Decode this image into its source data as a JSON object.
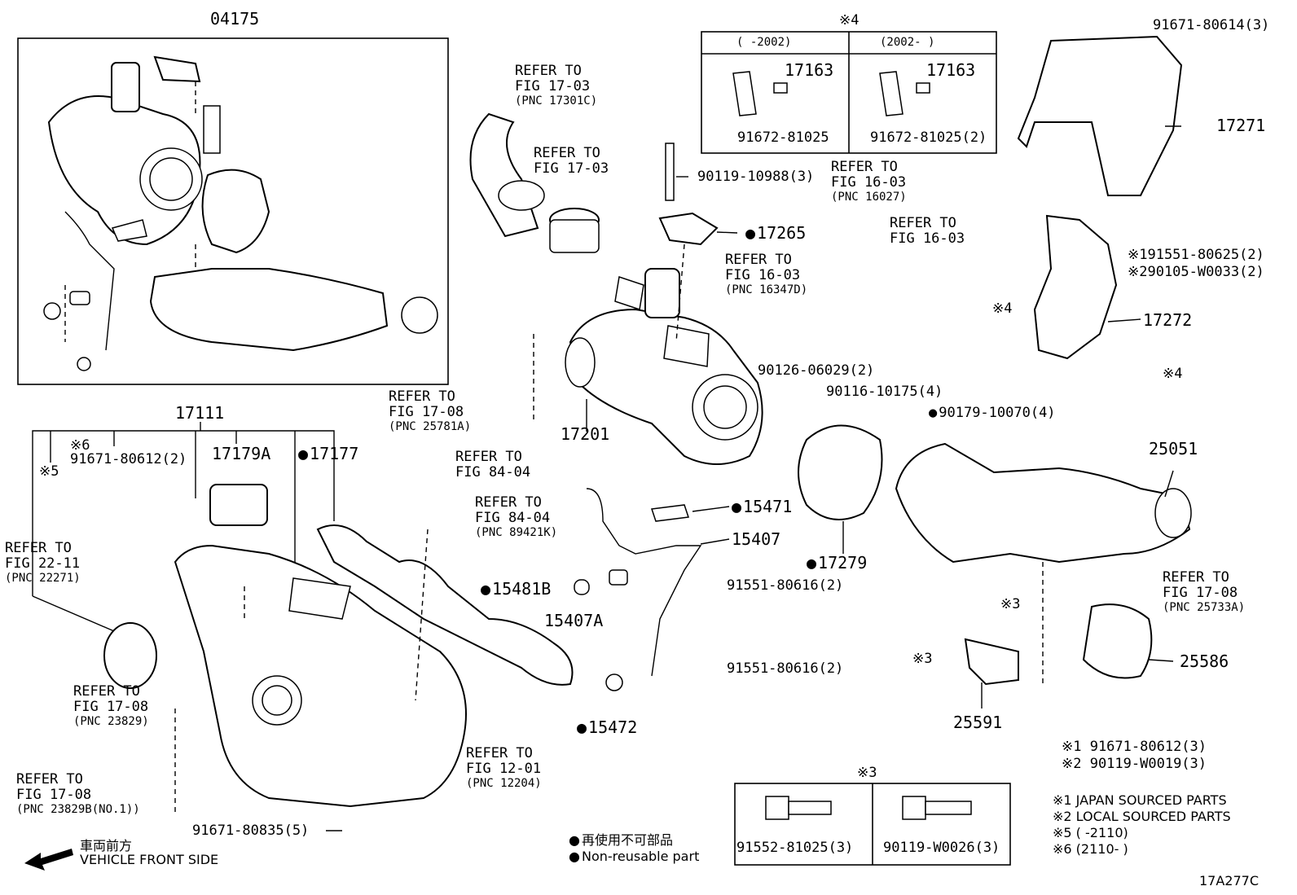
{
  "labels": {
    "l04175": "04175",
    "l17111": "17111",
    "l17201": "17201",
    "l17271": "17271",
    "l17272": "17272",
    "l25051": "25051",
    "l25586": "25586",
    "l25591": "25591",
    "l17265": "17265",
    "l17177": "17177",
    "l17179A": "17179A",
    "l15471": "15471",
    "l15407": "15407",
    "l15407A": "15407A",
    "l15481B": "15481B",
    "l15472": "15472",
    "l17279": "17279",
    "b_90119_10988": "90119-10988(3)",
    "b_90126_06029": "90126-06029(2)",
    "b_90116_10175": "90116-10175(4)",
    "b_90179_10070": "90179-10070(4)",
    "b_91671_80614": "91671-80614(3)",
    "b_91551_80625": "※191551-80625(2)",
    "b_90105_W0033": "※290105-W0033(2)",
    "b_91671_80612_2": "91671-80612(2)",
    "b_91551_80616_a": "91551-80616(2)",
    "b_91551_80616_b": "91551-80616(2)",
    "b_91671_80835": "91671-80835(5)",
    "b_91671_80612_3": "※1 91671-80612(3)",
    "b_90119_W0019": "※2 90119-W0019(3)",
    "m4_a": "※4",
    "m4_b": "※4",
    "m3_a": "※3",
    "m3_b": "※3",
    "m5": "※5",
    "m6": "※6"
  },
  "refs": [
    {
      "id": "r1",
      "line1": "REFER TO",
      "line2": "FIG 17-03",
      "line3": "(PNC 17301C)"
    },
    {
      "id": "r2",
      "line1": "REFER TO",
      "line2": "FIG 17-03",
      "line3": ""
    },
    {
      "id": "r3",
      "line1": "REFER TO",
      "line2": "FIG 16-03",
      "line3": "(PNC 16027)"
    },
    {
      "id": "r4",
      "line1": "REFER TO",
      "line2": "FIG 16-03",
      "line3": ""
    },
    {
      "id": "r5",
      "line1": "REFER TO",
      "line2": "FIG 16-03",
      "line3": "(PNC 16347D)"
    },
    {
      "id": "r6",
      "line1": "REFER TO",
      "line2": "FIG 17-08",
      "line3": "(PNC 25781A)"
    },
    {
      "id": "r7",
      "line1": "REFER TO",
      "line2": "FIG 84-04",
      "line3": ""
    },
    {
      "id": "r8",
      "line1": "REFER TO",
      "line2": "FIG 84-04",
      "line3": "(PNC 89421K)"
    },
    {
      "id": "r9",
      "line1": "REFER TO",
      "line2": "FIG 22-11",
      "line3": "(PNC 22271)"
    },
    {
      "id": "r10",
      "line1": "REFER TO",
      "line2": "FIG 17-08",
      "line3": "(PNC 23829)"
    },
    {
      "id": "r11",
      "line1": "REFER TO",
      "line2": "FIG 17-08",
      "line3": "(PNC 23829B(NO.1))"
    },
    {
      "id": "r12",
      "line1": "REFER TO",
      "line2": "FIG 12-01",
      "line3": "(PNC 12204)"
    },
    {
      "id": "r13",
      "line1": "REFER TO",
      "line2": "FIG 17-08",
      "line3": "(PNC 25733A)"
    }
  ],
  "box4": {
    "title": "※4",
    "col1_header": "(      -2002)",
    "col2_header": "(2002-      )",
    "col1_part": "17163",
    "col2_part": "17163",
    "col1_bolt": "91672-81025",
    "col2_bolt": "91672-81025(2)"
  },
  "box3": {
    "title": "※3",
    "col1_bolt": "91552-81025(3)",
    "col2_bolt": "90119-W0026(3)"
  },
  "legend": {
    "nonreusable_jp": "再使用不可部品",
    "nonreusable_en": "Non-reusable part",
    "front_jp": "車両前方",
    "front_en": "VEHICLE FRONT SIDE"
  },
  "notes": [
    "※1  JAPAN SOURCED PARTS",
    "※2  LOCAL SOURCED PARTS",
    "※5 (       -2110)",
    "※6 (2110-      )"
  ],
  "figure_code": "17A277C"
}
